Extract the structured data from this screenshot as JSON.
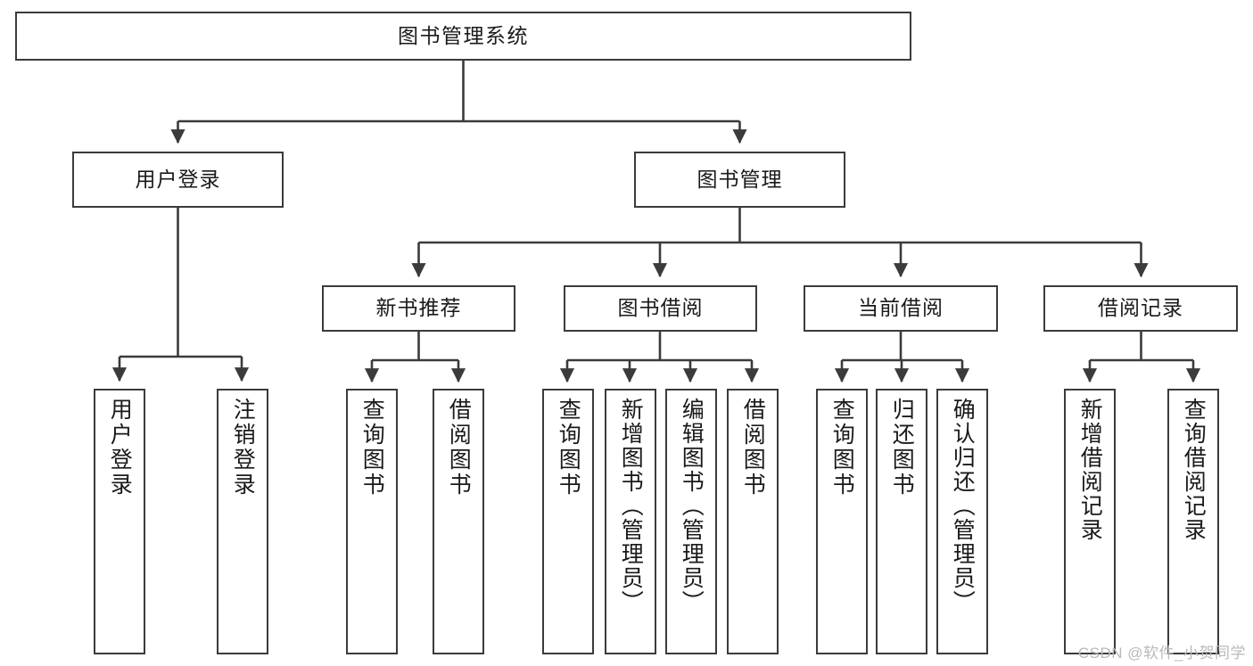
{
  "diagram": {
    "title": "图书管理系统",
    "type": "tree",
    "orientation": "top-down",
    "style": {
      "box_fill": "#ffffff",
      "box_border": "#3b3b3b",
      "text_color": "#1a1a1a",
      "connector_color": "#3b3b3b",
      "background": "#ffffff",
      "watermark_color": "#b9b9b9"
    },
    "nodes": {
      "root": {
        "label": "图书管理系统",
        "level": 0
      },
      "level2": [
        {
          "id": "user-login",
          "label": "用户登录"
        },
        {
          "id": "book-management",
          "label": "图书管理"
        }
      ],
      "level3": [
        {
          "id": "new-book-recommend",
          "label": "新书推荐",
          "parent": "book-management"
        },
        {
          "id": "book-borrow",
          "label": "图书借阅",
          "parent": "book-management"
        },
        {
          "id": "current-borrow",
          "label": "当前借阅",
          "parent": "book-management"
        },
        {
          "id": "borrow-record",
          "label": "借阅记录",
          "parent": "book-management"
        }
      ],
      "leaves": [
        {
          "id": "leaf-user-login",
          "label": "用户登录",
          "parent": "user-login"
        },
        {
          "id": "leaf-user-logout",
          "label": "注销登录",
          "parent": "user-login"
        },
        {
          "id": "leaf-query-book-1",
          "label": "查询图书",
          "parent": "new-book-recommend"
        },
        {
          "id": "leaf-borrow-book-1",
          "label": "借阅图书",
          "parent": "new-book-recommend"
        },
        {
          "id": "leaf-query-book-2",
          "label": "查询图书",
          "parent": "book-borrow"
        },
        {
          "id": "leaf-add-book",
          "label": "新增图书（管理员）",
          "parent": "book-borrow"
        },
        {
          "id": "leaf-edit-book",
          "label": "编辑图书（管理员）",
          "parent": "book-borrow"
        },
        {
          "id": "leaf-borrow-book-2",
          "label": "借阅图书",
          "parent": "book-borrow"
        },
        {
          "id": "leaf-query-book-3",
          "label": "查询图书",
          "parent": "current-borrow"
        },
        {
          "id": "leaf-return-book",
          "label": "归还图书",
          "parent": "current-borrow"
        },
        {
          "id": "leaf-confirm-return",
          "label": "确认归还（管理员）",
          "parent": "current-borrow"
        },
        {
          "id": "leaf-add-record",
          "label": "新增借阅记录",
          "parent": "borrow-record"
        },
        {
          "id": "leaf-query-record",
          "label": "查询借阅记录",
          "parent": "borrow-record"
        }
      ]
    }
  },
  "watermark": {
    "text": "CSDN @软件_小贺同学"
  }
}
